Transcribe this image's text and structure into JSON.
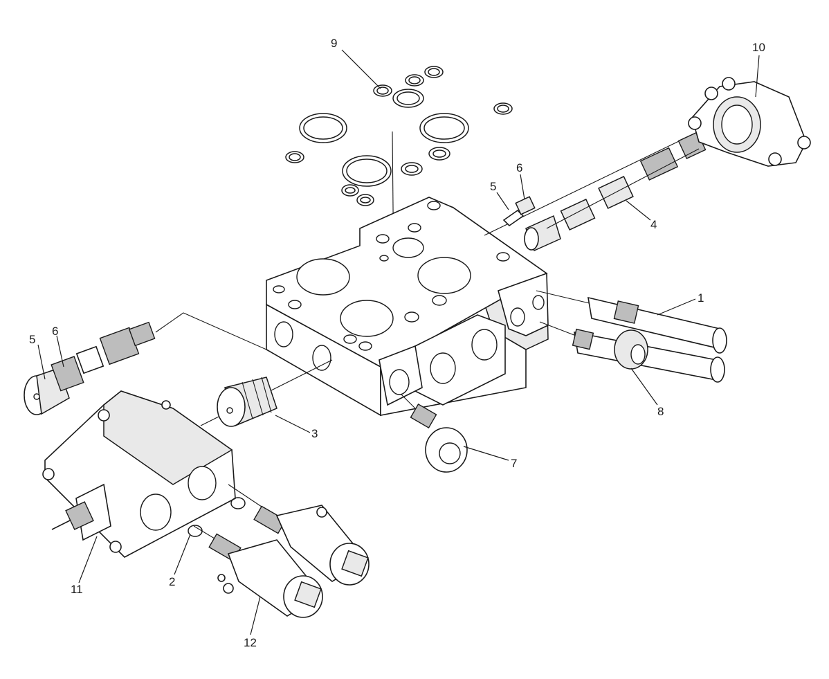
{
  "callouts": {
    "c1": "1",
    "c2": "2",
    "c3": "3",
    "c4": "4",
    "c5a": "5",
    "c5b": "5",
    "c6a": "6",
    "c6b": "6",
    "c7": "7",
    "c8": "8",
    "c9": "9",
    "c10": "10",
    "c11": "11",
    "c12": "12"
  }
}
